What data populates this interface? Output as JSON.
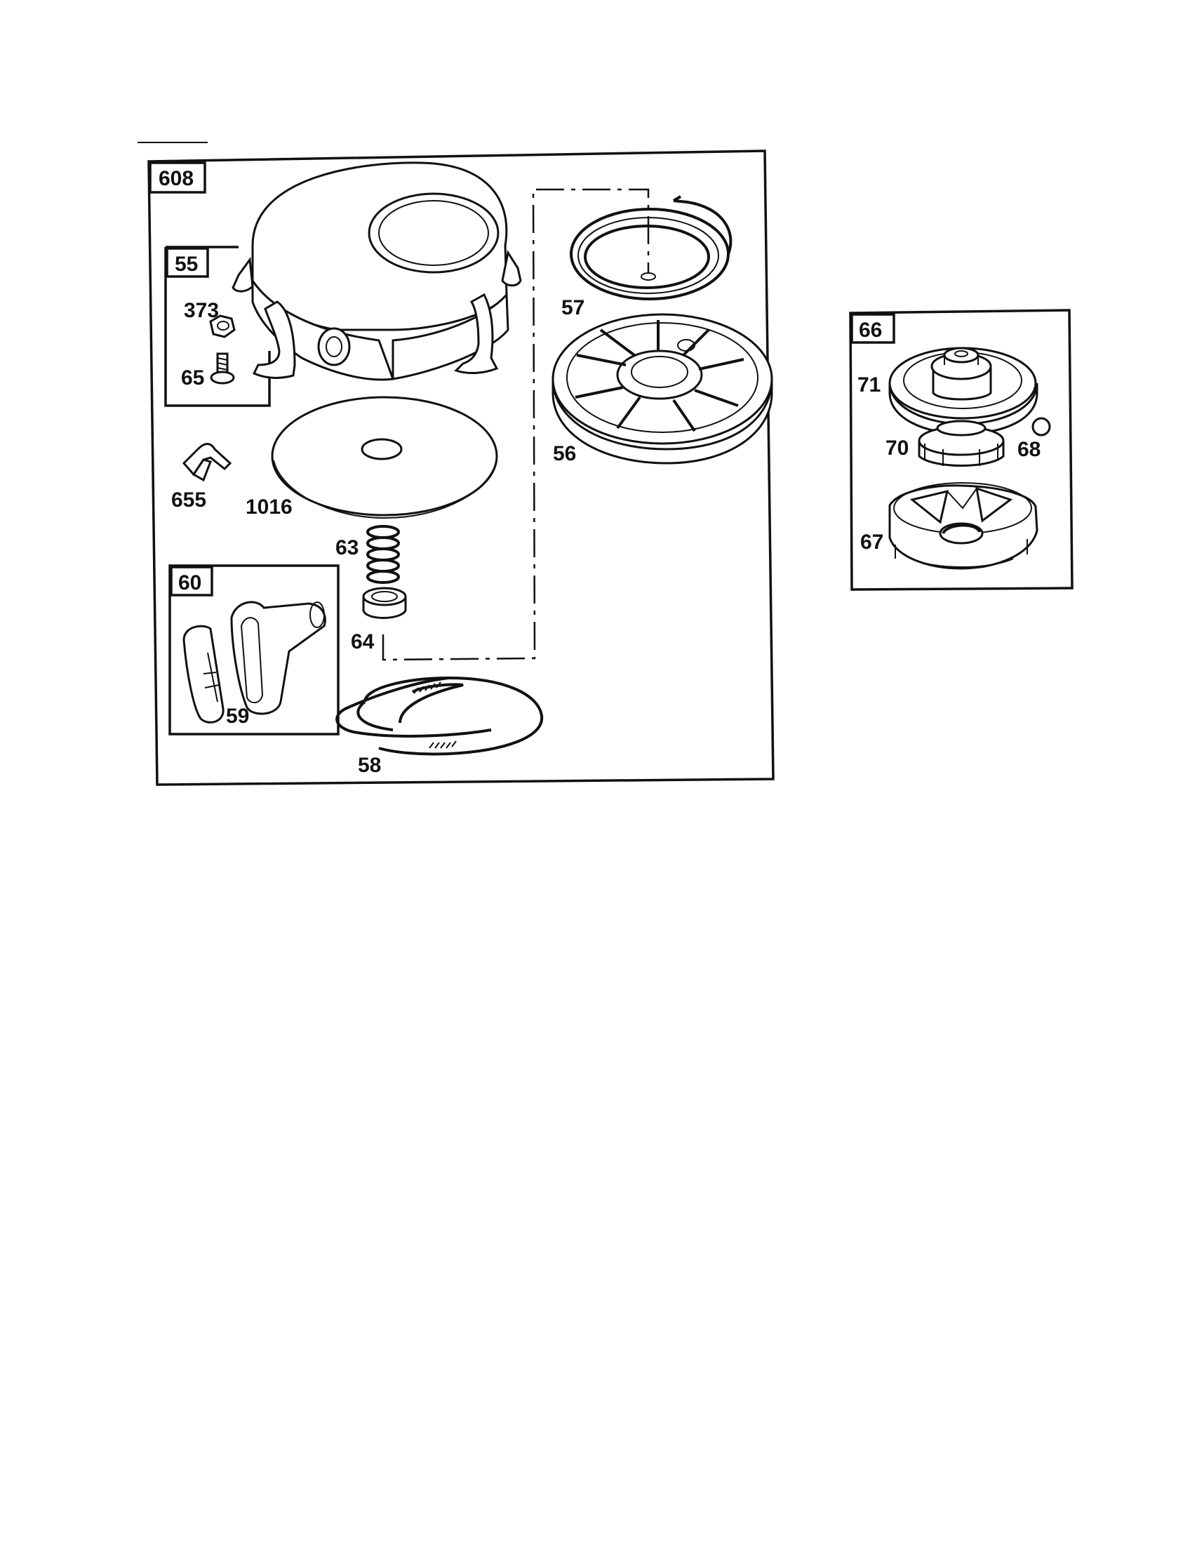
{
  "groups": {
    "starter": "608",
    "hardware": "55",
    "handle": "60",
    "clutch": "66"
  },
  "parts": {
    "nut": "373",
    "screw": "65",
    "clip": "655",
    "screen": "1016",
    "spring": "63",
    "bushing": "64",
    "handle": "59",
    "rope": "58",
    "rewind_spring": "57",
    "pulley": "56",
    "clutch_housing": "71",
    "ratchet": "70",
    "ball": "68",
    "retainer": "67"
  }
}
